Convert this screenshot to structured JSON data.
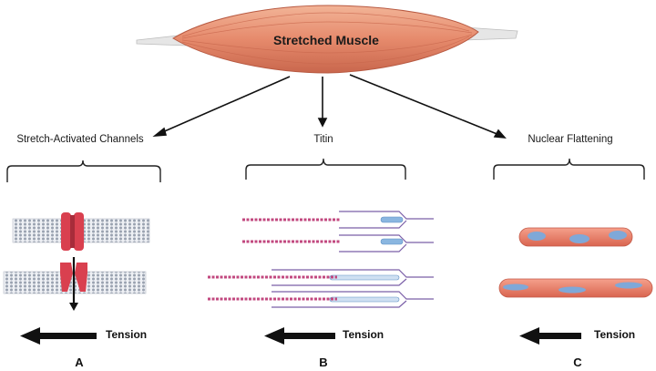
{
  "title": "Stretched Muscle",
  "branches": [
    {
      "label": "Stretch-Activated Channels",
      "letter": "A",
      "tension_label": "Tension"
    },
    {
      "label": "Titin",
      "letter": "B",
      "tension_label": "Tension"
    },
    {
      "label": "Nuclear Flattening",
      "letter": "C",
      "tension_label": "Tension"
    }
  ],
  "colors": {
    "muscle": "#e8977a",
    "muscle_dark": "#c8684d",
    "tendon": "#e9e9e9",
    "channel": "#d9404f",
    "membrane": "#c8cdd6",
    "titin": "#c2487f",
    "thick_filament": "#7b5fa8",
    "titin_segment": "#8ab6e0",
    "fiber": "#ee8673",
    "nucleus": "#7fa8d8"
  }
}
